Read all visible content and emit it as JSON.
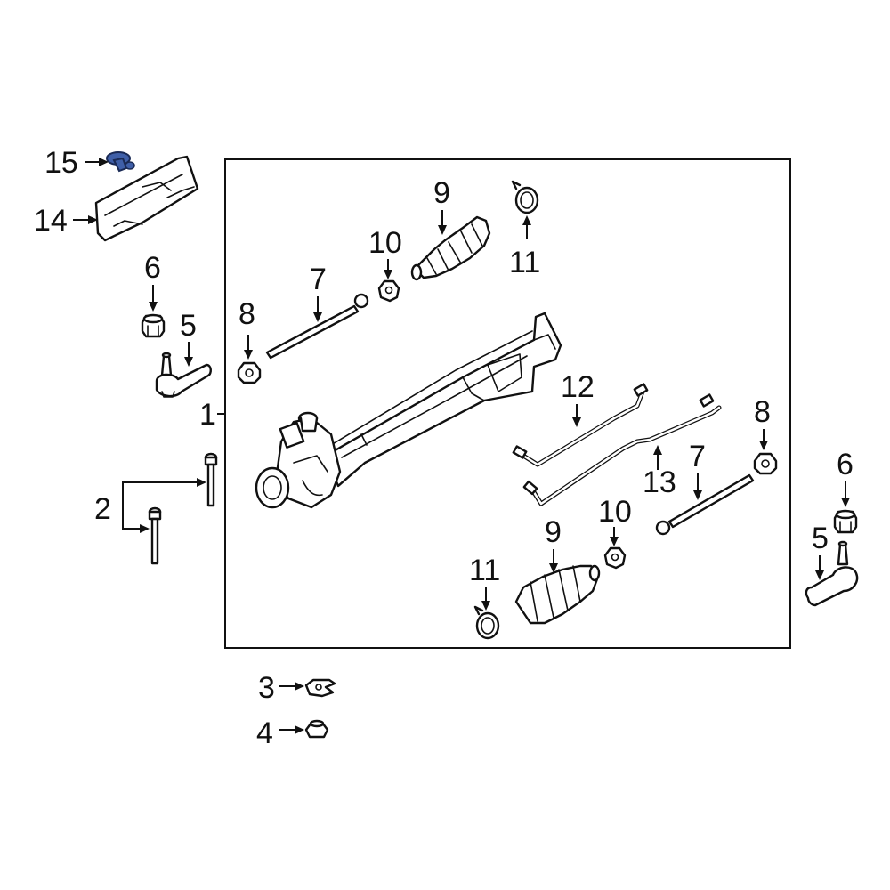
{
  "diagram": {
    "highlight_color": "#3f5fa8",
    "line_color": "#111111",
    "callouts": [
      {
        "id": "c15",
        "text": "15"
      },
      {
        "id": "c14",
        "text": "14"
      },
      {
        "id": "c6l",
        "text": "6"
      },
      {
        "id": "c5l",
        "text": "5"
      },
      {
        "id": "c1",
        "text": "1"
      },
      {
        "id": "c2",
        "text": "2"
      },
      {
        "id": "c3",
        "text": "3"
      },
      {
        "id": "c4",
        "text": "4"
      },
      {
        "id": "c8t",
        "text": "8"
      },
      {
        "id": "c7t",
        "text": "7"
      },
      {
        "id": "c10t",
        "text": "10"
      },
      {
        "id": "c9t",
        "text": "9"
      },
      {
        "id": "c11t",
        "text": "11"
      },
      {
        "id": "c12",
        "text": "12"
      },
      {
        "id": "c13",
        "text": "13"
      },
      {
        "id": "c8b",
        "text": "8"
      },
      {
        "id": "c7b",
        "text": "7"
      },
      {
        "id": "c10b",
        "text": "10"
      },
      {
        "id": "c9b",
        "text": "9"
      },
      {
        "id": "c11b",
        "text": "11"
      },
      {
        "id": "c6r",
        "text": "6"
      },
      {
        "id": "c5r",
        "text": "5"
      }
    ]
  }
}
